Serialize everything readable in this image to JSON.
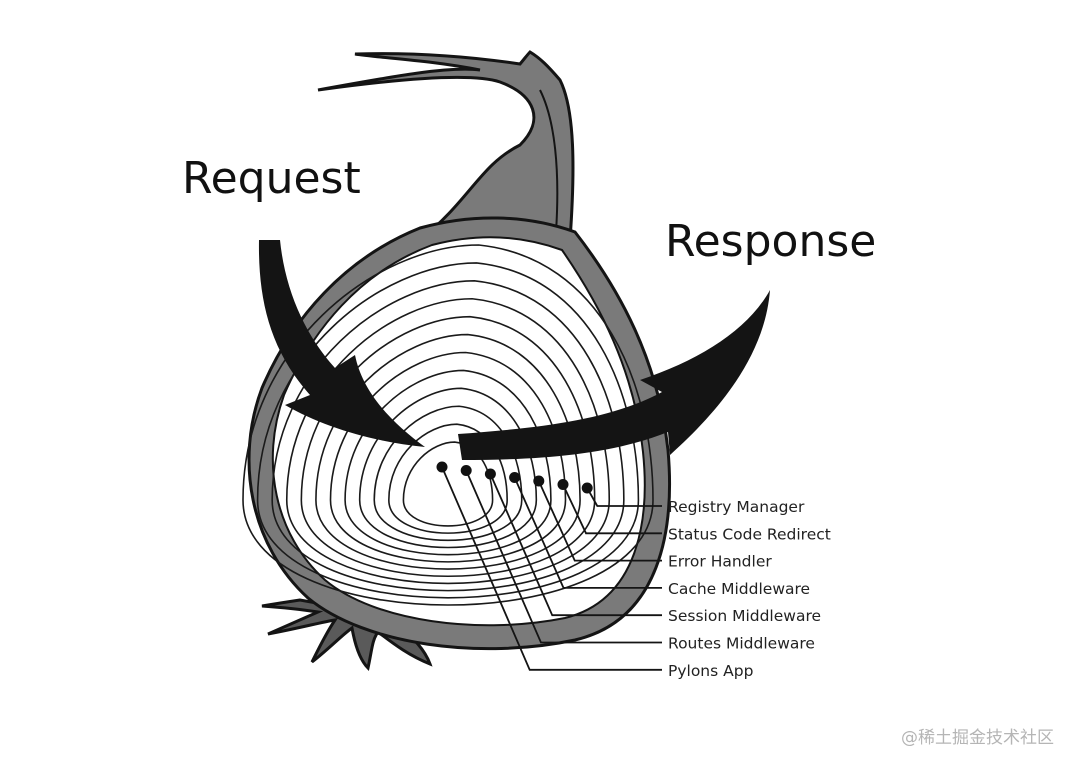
{
  "diagram": {
    "request_label": "Request",
    "response_label": "Response",
    "layers": [
      "Registry Manager",
      "Status Code Redirect",
      "Error Handler",
      "Cache Middleware",
      "Session Middleware",
      "Routes Middleware",
      "Pylons App"
    ],
    "colors": {
      "skin": "#7a7a7a",
      "outline": "#141414",
      "ring": "#1a1a1a",
      "arrow": "#141414",
      "flesh": "#ffffff"
    }
  },
  "watermark": "@稀土掘金技术社区"
}
